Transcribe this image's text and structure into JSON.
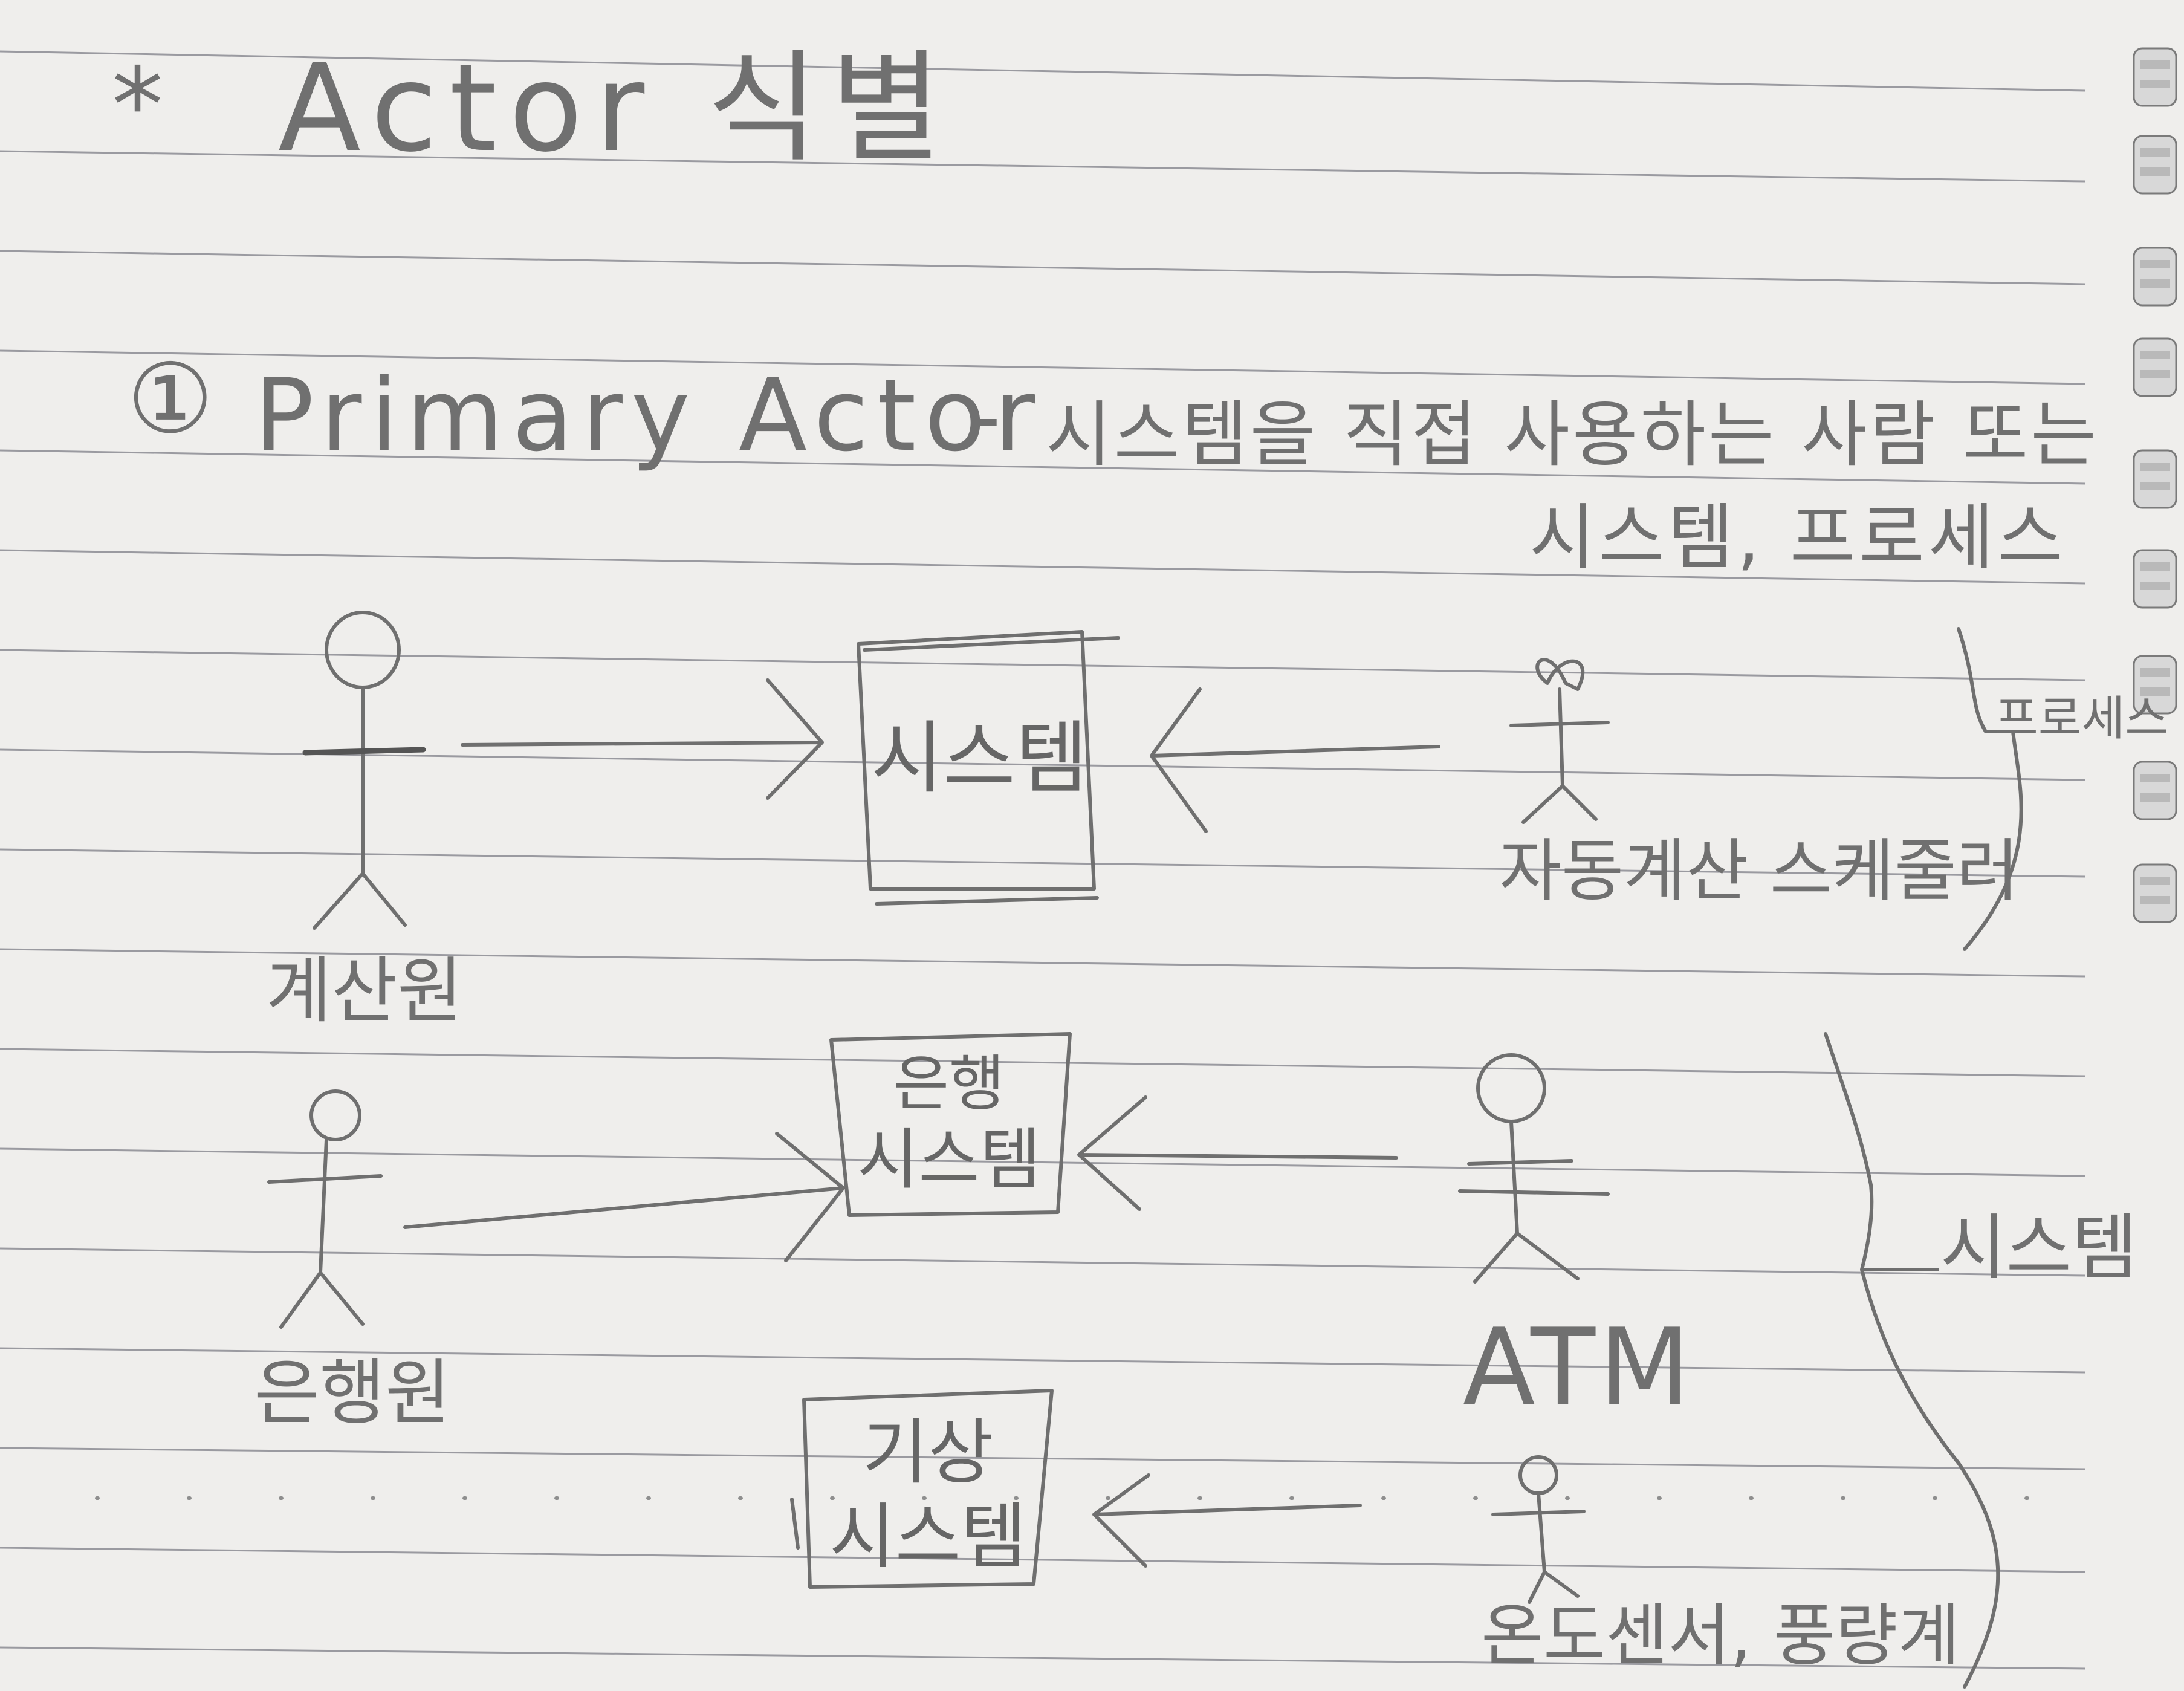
{
  "heading": {
    "bullet": "*",
    "text": "Actor 식별"
  },
  "definition": {
    "number": "①",
    "term": "Primary Actor",
    "dash": "-",
    "line1": "시스템을 직접 사용하는 사람 또는",
    "line2": "시스템, 프로세스"
  },
  "diagram_rows": [
    {
      "left_actor": "계산원",
      "box": [
        "시스템"
      ],
      "right_actor": "자동계산 스케줄러",
      "bracket_label": "프로세스"
    },
    {
      "left_actor": "은행원",
      "box": [
        "은행",
        "시스템"
      ],
      "right_actor": "ATM",
      "bracket_label": "시스템"
    },
    {
      "left_actor": "",
      "box": [
        "기상",
        "시스템"
      ],
      "right_actor": "온도센서, 풍량계",
      "bracket_label": ""
    }
  ]
}
